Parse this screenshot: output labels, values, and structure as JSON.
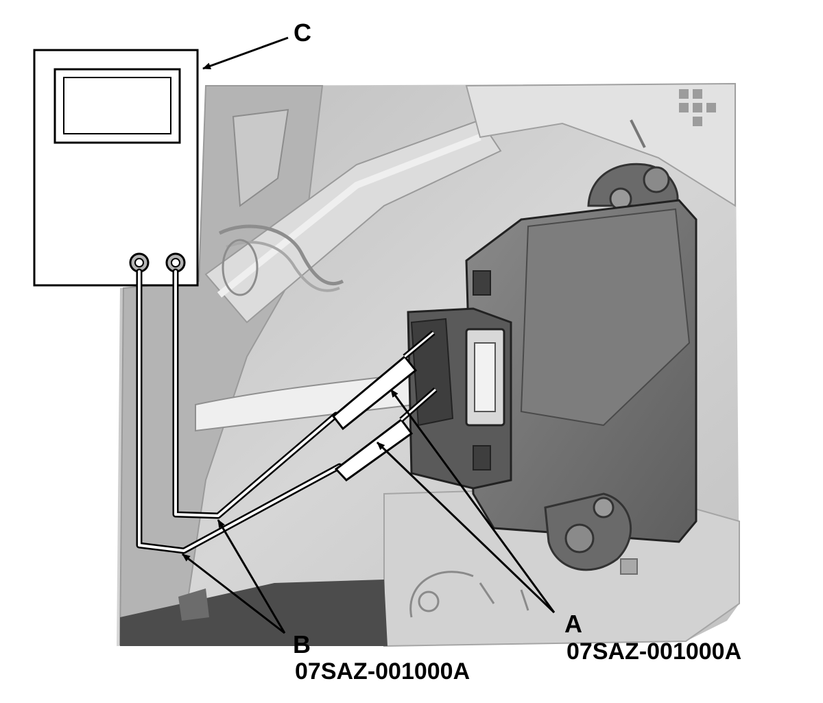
{
  "callouts": {
    "a": {
      "letter": "A",
      "part_number": "07SAZ-001000A"
    },
    "b": {
      "letter": "B",
      "part_number": "07SAZ-001000A"
    },
    "c": {
      "letter": "C"
    }
  },
  "colors": {
    "background": "#ffffff",
    "scene_gray": "#c8c8c8",
    "module_gray": "#6f6f6f",
    "outline": "#000000"
  }
}
